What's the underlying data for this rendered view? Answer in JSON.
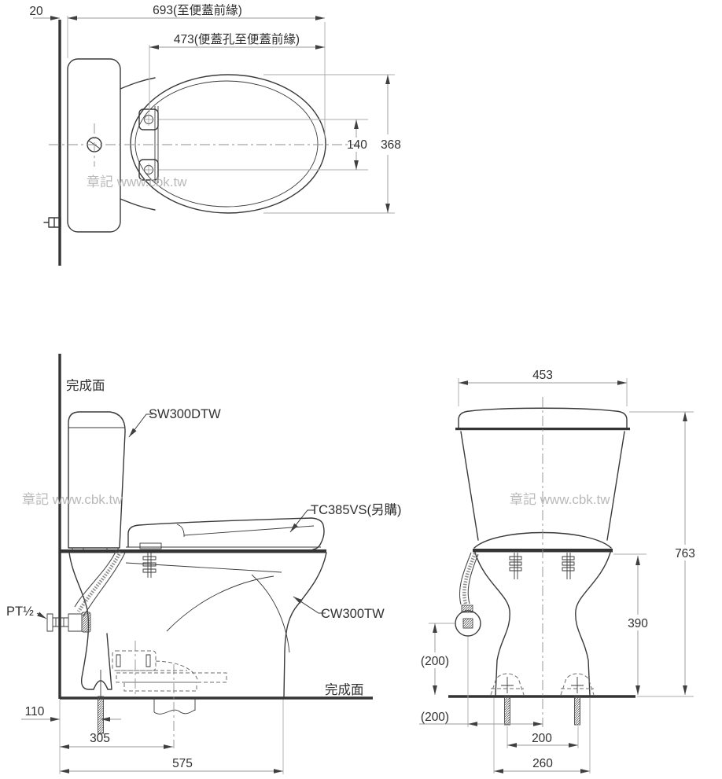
{
  "drawing": {
    "watermark": "章記 www.cbk.tw",
    "colors": {
      "line": "#3a3a3a",
      "dimension": "#9a9a9a",
      "watermark": "#b9b9b9",
      "background": "#ffffff"
    },
    "top_view": {
      "dim_wall_gap": "20",
      "dim_overall_to_lid_front": "693(至便蓋前緣)",
      "dim_hinge_hole_to_lid_front": "473(便蓋孔至便蓋前緣)",
      "dim_hinge_hole_spacing": "140",
      "dim_lid_width": "368"
    },
    "side_view": {
      "label_finished_wall": "完成面",
      "label_tank_model": "SW300DTW",
      "label_seat_model": "TC385VS(另購)",
      "label_bowl_model": "CW300TW",
      "label_water_inlet": "PT½",
      "label_finished_floor": "完成面",
      "dim_bolt_from_wall": "110",
      "dim_outlet_from_wall": "305",
      "dim_front_from_wall": "575"
    },
    "front_view": {
      "dim_tank_width": "453",
      "dim_overall_height": "763",
      "dim_bowl_height": "390",
      "dim_inlet_height": "(200)",
      "dim_inlet_offset": "(200)",
      "dim_bolt_spacing": "200",
      "dim_base_width": "260"
    }
  }
}
